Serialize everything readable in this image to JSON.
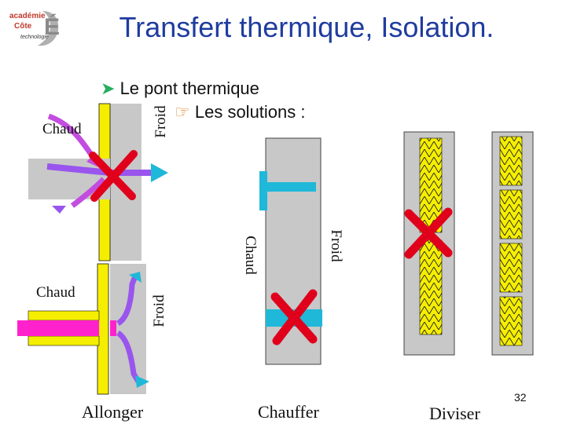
{
  "slide": {
    "title": "Transfert thermique, Isolation.",
    "bullet": "Le pont thermique",
    "sub_bullet": "Les solutions :",
    "page_number": "32"
  },
  "logo": {
    "line1": "académie",
    "line2": "Côte",
    "line3": "technologie"
  },
  "labels": {
    "top_left_hot": "Chaud",
    "top_left_cold": "Froid",
    "bottom_left_hot": "Chaud",
    "bottom_left_cold": "Froid",
    "middle_hot": "Chaud",
    "middle_cold": "Froid"
  },
  "captions": {
    "allonger": "Allonger",
    "chauffer": "Chauffer",
    "diviser": "Diviser"
  },
  "colors": {
    "title": "#1f3c9e",
    "wall": "#c8c8c8",
    "insulation": "#f5ee00",
    "hot_flow": "#c24de0",
    "cold_arrow": "#1fb8d8",
    "cross": "#e0001b",
    "bolt": "#ff22cc"
  },
  "icons": [
    "arrow-bullet-icon",
    "pointing-hand-icon",
    "red-cross-icon"
  ]
}
